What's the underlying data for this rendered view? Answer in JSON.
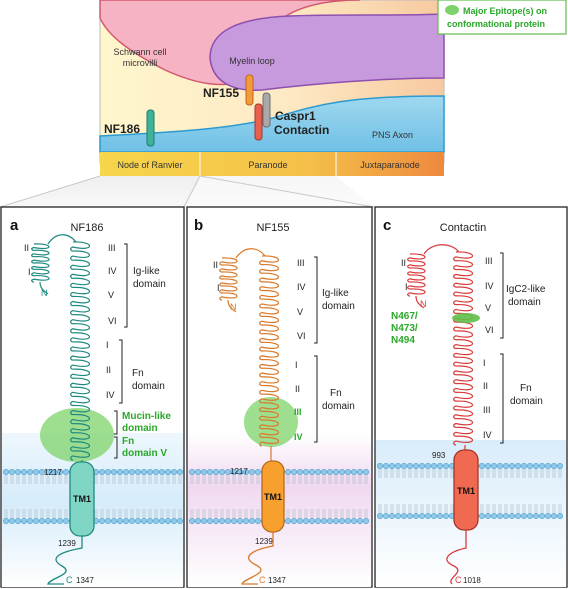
{
  "legend": {
    "text_line1": "Major Epitope(s) on",
    "text_line2": "conformational protein",
    "color": "#7dd36a"
  },
  "top_panel": {
    "schwann_label_1": "Schwann cell",
    "schwann_label_2": "microvilli",
    "myelin_label": "Myelin loop",
    "nf155_label": "NF155",
    "nf186_label": "NF186",
    "caspr_label": "Caspr1",
    "contactin_label": "Contactin",
    "axon_label": "PNS Axon",
    "bar_labels": [
      "Node of Ranvier",
      "Paranode",
      "Juxtaparanode"
    ]
  },
  "panels": [
    {
      "letter": "a",
      "title": "NF186",
      "left_ig_numerals": [
        "II",
        "I"
      ],
      "right_ig_numerals": [
        "III",
        "IV",
        "V",
        "VI"
      ],
      "ig_bracket": [
        "Ig-like",
        "domain"
      ],
      "fn_numerals": [
        "I",
        "II",
        "IV"
      ],
      "fn_bracket": [
        "Fn",
        "domain"
      ],
      "mucin_bracket": [
        "Mucin-like",
        "domain"
      ],
      "fn5_bracket": [
        "Fn",
        "domain V"
      ],
      "n_label": "N",
      "tm_label": "TM1",
      "tm_start": "1217",
      "tm_end": "1239",
      "c_label": "C",
      "c_number": "1347"
    },
    {
      "letter": "b",
      "title": "NF155",
      "left_ig_numerals": [
        "II",
        "I"
      ],
      "right_ig_numerals": [
        "III",
        "IV",
        "V",
        "VI"
      ],
      "ig_bracket": [
        "Ig-like",
        "domain"
      ],
      "fn_numerals": [
        "I",
        "II",
        "III",
        "IV"
      ],
      "fn_bracket": [
        "Fn",
        "domain"
      ],
      "n_label": "N",
      "tm_label": "TM1",
      "tm_start": "1217",
      "tm_end": "1239",
      "c_label": "C",
      "c_number": "1347"
    },
    {
      "letter": "c",
      "title": "Contactin",
      "left_ig_numerals": [
        "II",
        "I"
      ],
      "right_ig_numerals": [
        "III",
        "IV",
        "V",
        "VI"
      ],
      "ig_bracket": [
        "IgC2-like",
        "domain"
      ],
      "fn_numerals": [
        "I",
        "II",
        "III",
        "IV"
      ],
      "fn_bracket": [
        "Fn",
        "domain"
      ],
      "epitope_lines": [
        "N467/",
        "N473/",
        "N494"
      ],
      "n_label": "N",
      "tm_label": "TM1",
      "tm_start": "993",
      "c_label": "C",
      "c_number": "1018"
    }
  ],
  "colors": {
    "nf186": "#1f8a80",
    "nf155": "#d9792a",
    "contactin": "#d93a3a",
    "epitope_green": "#5fbf4a",
    "label_green": "#2aa82a"
  }
}
